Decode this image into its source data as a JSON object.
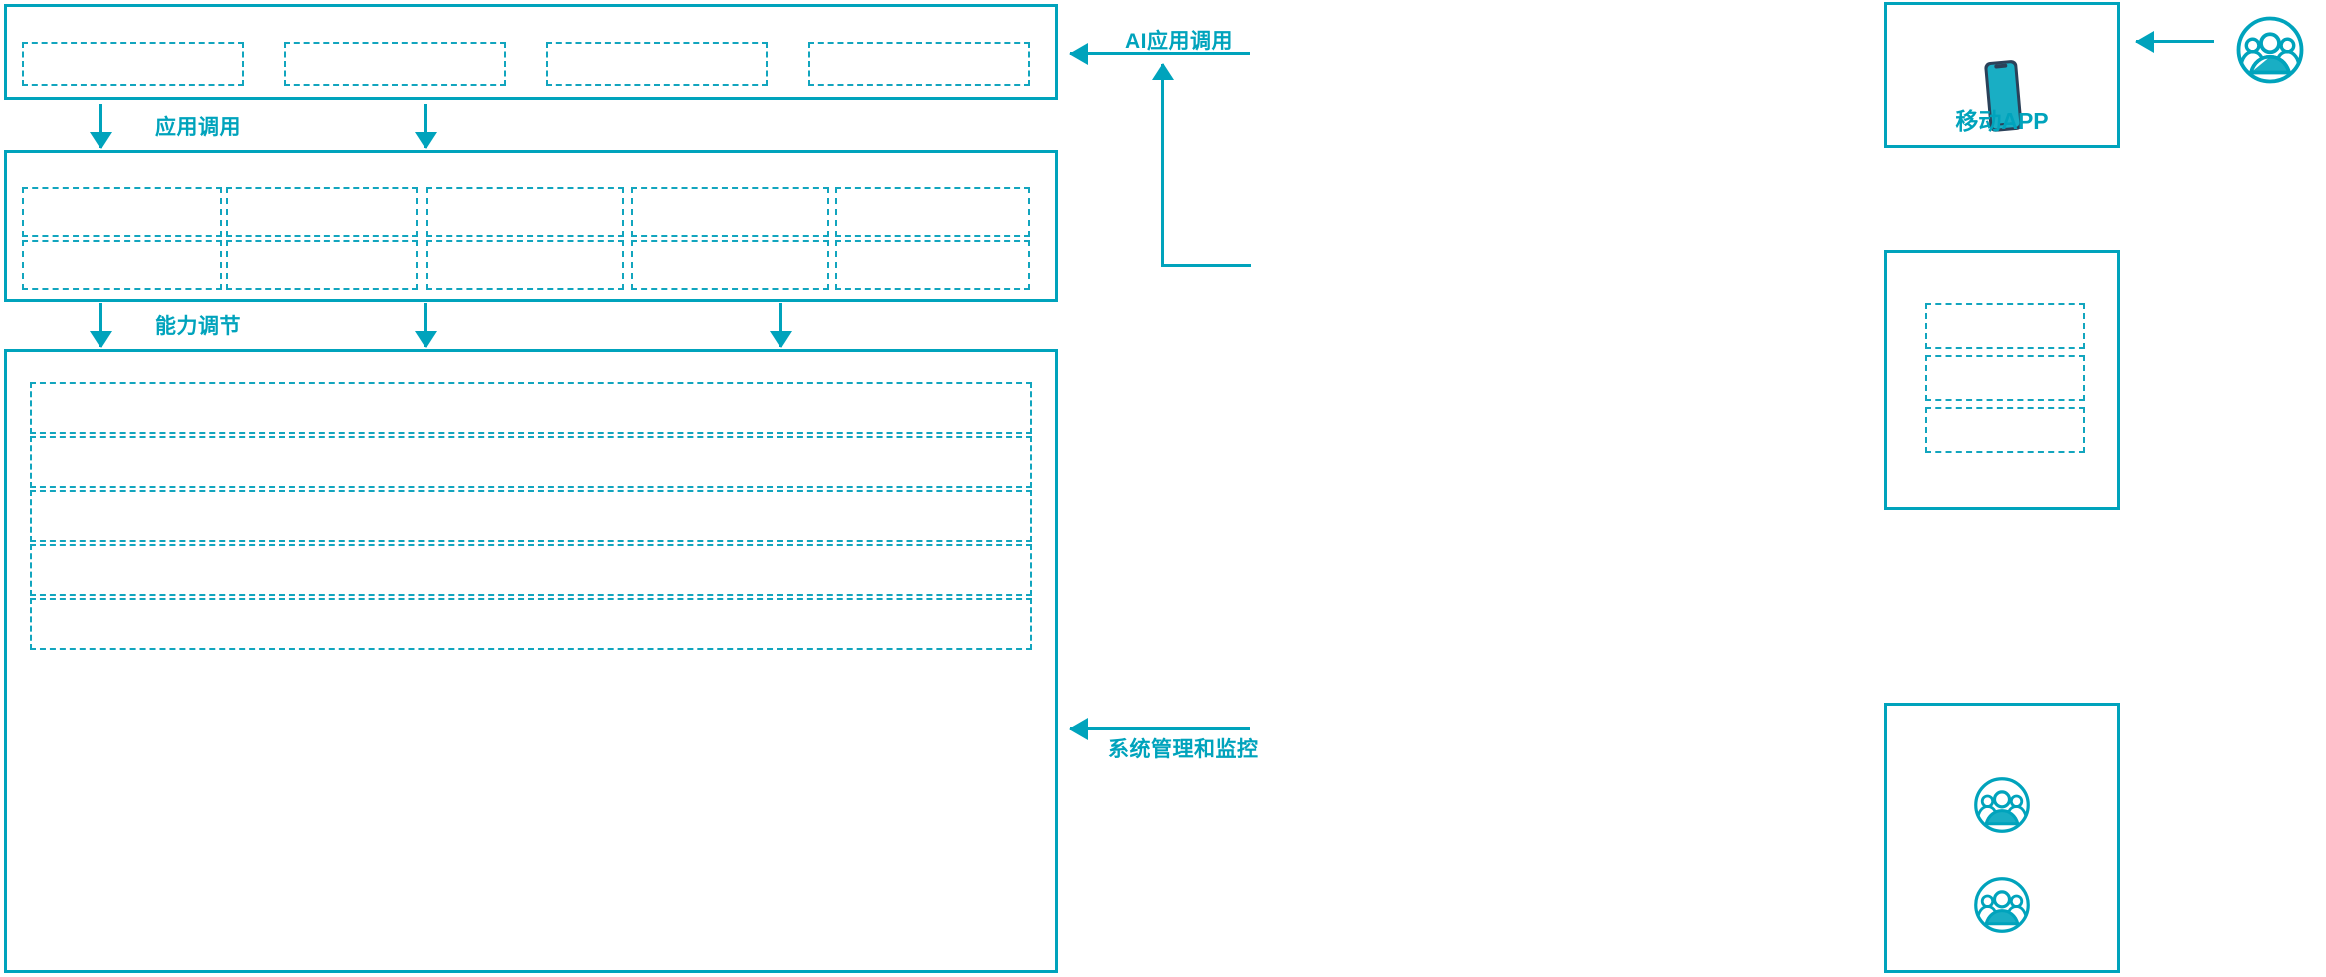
{
  "diagram": {
    "accent_color": "#00A3BC",
    "dash_color": "#12A5BE",
    "phone_frame_color": "#2B4159",
    "phone_screen_color": "#19AEC4",
    "background": "#FFFFFF"
  },
  "flow_labels": {
    "app_call": "应用调用",
    "capability_adjust": "能力调节",
    "ai_app_call": "AI应用调用",
    "system_admin_monitor": "系统管理和监控"
  },
  "layers": {
    "application_layer": {
      "boxes": [
        {
          "label": ""
        },
        {
          "label": ""
        },
        {
          "label": ""
        },
        {
          "label": ""
        }
      ]
    },
    "capability_layer": {
      "columns": [
        {
          "top": {
            "label": ""
          },
          "bottom": {
            "label": ""
          }
        },
        {
          "top": {
            "label": ""
          },
          "bottom": {
            "label": ""
          }
        },
        {
          "top": {
            "label": ""
          },
          "bottom": {
            "label": ""
          }
        },
        {
          "top": {
            "label": ""
          },
          "bottom": {
            "label": ""
          }
        },
        {
          "top": {
            "label": ""
          },
          "bottom": {
            "label": ""
          }
        }
      ]
    },
    "infrastructure_layer": {
      "rows": [
        {
          "label": ""
        },
        {
          "label": ""
        },
        {
          "label": ""
        },
        {
          "label": ""
        },
        {
          "label": ""
        }
      ]
    }
  },
  "right_panel": {
    "mobile_card": {
      "label": "移动APP",
      "icon": "mobile-phone-icon"
    },
    "channel_card": {
      "boxes": [
        {
          "label": ""
        },
        {
          "label": ""
        },
        {
          "label": ""
        }
      ]
    },
    "admin_card": {
      "icons": [
        "user-group-icon",
        "user-group-icon"
      ]
    },
    "external_user": {
      "icon": "user-group-icon"
    }
  }
}
